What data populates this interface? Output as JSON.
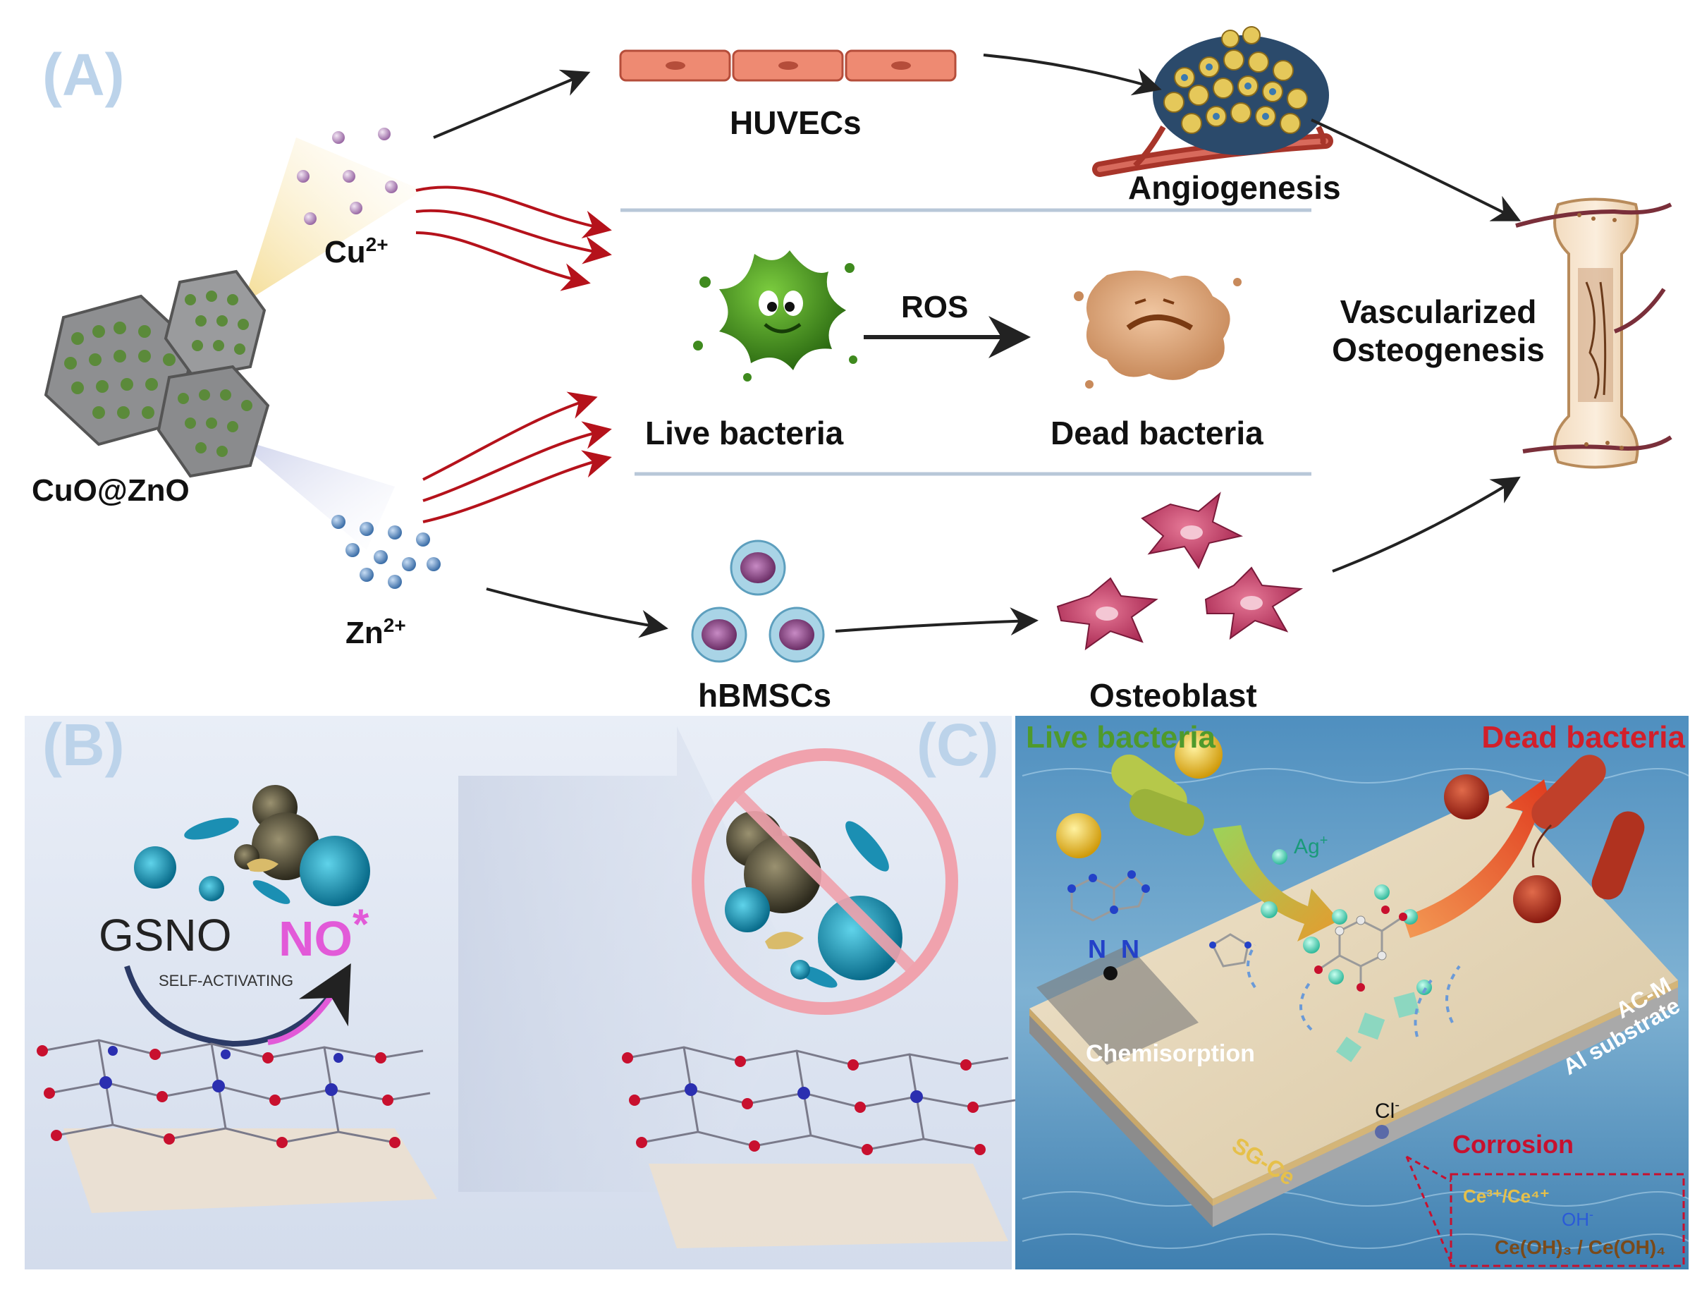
{
  "panels": {
    "a": {
      "letter": "(A)",
      "nanoparticle_label": "CuO@ZnO",
      "cu_ion_label": "Cu",
      "cu_ion_charge": "2+",
      "zn_ion_label": "Zn",
      "zn_ion_charge": "2+",
      "huvecs_label": "HUVECs",
      "angiogenesis_label": "Angiogenesis",
      "ros_label": "ROS",
      "live_bacteria_label": "Live bacteria",
      "dead_bacteria_label": "Dead bacteria",
      "hbmscs_label": "hBMSCs",
      "osteoblast_label": "Osteoblast",
      "outcome_line1": "Vascularized",
      "outcome_line2": "Osteogenesis"
    },
    "b": {
      "letter": "(B)",
      "gsno_label": "GSNO",
      "no_label": "NO",
      "no_superscript": "*",
      "self_activating_label": "SELF-ACTIVATING"
    },
    "c": {
      "letter": "(C)",
      "live_bacteria_label": "Live bacteria",
      "dead_bacteria_label": "Dead bacteria",
      "ag_label": "Ag",
      "ag_charge": "+",
      "n_label_1": "N",
      "n_label_2": "N",
      "chemisorption_label": "Chemisorption",
      "coating_label": "AC-M",
      "substrate_label": "Al substrate",
      "sg_ce_label": "SG-Ce",
      "cl_label": "Cl",
      "cl_charge": "-",
      "corrosion_label": "Corrosion",
      "ce_ions_label": "Ce³⁺/Ce⁴⁺",
      "oh_label": "OH",
      "oh_charge": "-",
      "ce_hydroxide_label": "Ce(OH)₃ / Ce(OH)₄"
    }
  },
  "colors": {
    "panel_letter": "#bcd3ea",
    "live_bacteria_green": "#4f9a2c",
    "dead_bacteria_red": "#d21f2a",
    "corrosion_red": "#c8102e",
    "no_pink": "#e25ad8",
    "arrow_red": "#b5121b"
  }
}
